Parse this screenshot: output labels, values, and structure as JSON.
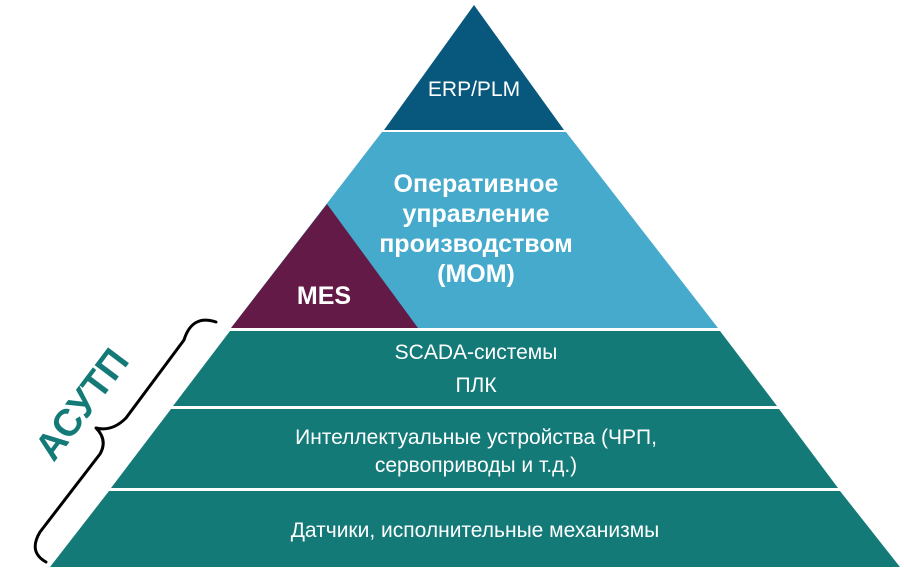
{
  "pyramid": {
    "erp": "ERP/PLM",
    "mom": [
      "Оперативное",
      "управление",
      "производством",
      "(MOM)"
    ],
    "mes": "MES",
    "scada": "SCADA-системы",
    "plc": "ПЛК",
    "smart_devices": [
      "Интеллектуальные устройства (ЧРП,",
      "сервоприводы и т.д.)"
    ],
    "sensors": "Датчики, исполнительные механизмы"
  },
  "bracket": {
    "label": "АСУТП"
  },
  "colors": {
    "erp": "#08587d",
    "mom": "#45aacb",
    "mes": "#641a47",
    "asutp_layers": "#137a78",
    "bracket": "#000000",
    "asutp_label": "#137a78"
  }
}
